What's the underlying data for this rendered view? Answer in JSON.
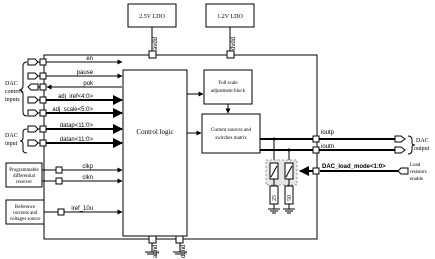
{
  "supplies": {
    "ldo_25": "2.5V LDO",
    "ldo_12": "1.2V LDO",
    "avdd": "avdd",
    "dvdd": "dvdd",
    "agnd": "agnd",
    "dgnd": "dgnd"
  },
  "groups": {
    "dac_control_inputs": [
      "DAC",
      "control",
      "inputs"
    ],
    "dac_input": [
      "DAC",
      "input"
    ],
    "dac_output": [
      "DAC",
      "output"
    ],
    "load_resistors_enable": [
      "Load",
      "resistors",
      "enable"
    ]
  },
  "pins": {
    "en": "en",
    "pause": "pause",
    "pok": "pok",
    "adj_iref": "adj_iref<4:0>",
    "adj_scale": "adj_scale<5:0>",
    "datap": "datap<11:0>",
    "datan": "datan<11:0>",
    "clkp": "clkp",
    "clkn": "clkn",
    "iref_10u": "iref_10u",
    "ioutp": "ioutp",
    "ioutn": "ioutn",
    "load_mode": "DAC_load_mode<1:0>"
  },
  "blocks": {
    "control_logic": "Control logic",
    "full_scale": [
      "Full scale",
      "adjustment block"
    ],
    "current_sources": [
      "Current sources and",
      "switches matrix"
    ],
    "diff_receiver": [
      "Programmable",
      "differential",
      "receiver"
    ],
    "ref_source": [
      "Reference",
      "currents and",
      "voltages source"
    ]
  },
  "resistors": {
    "r25": "25",
    "r50": "50"
  }
}
